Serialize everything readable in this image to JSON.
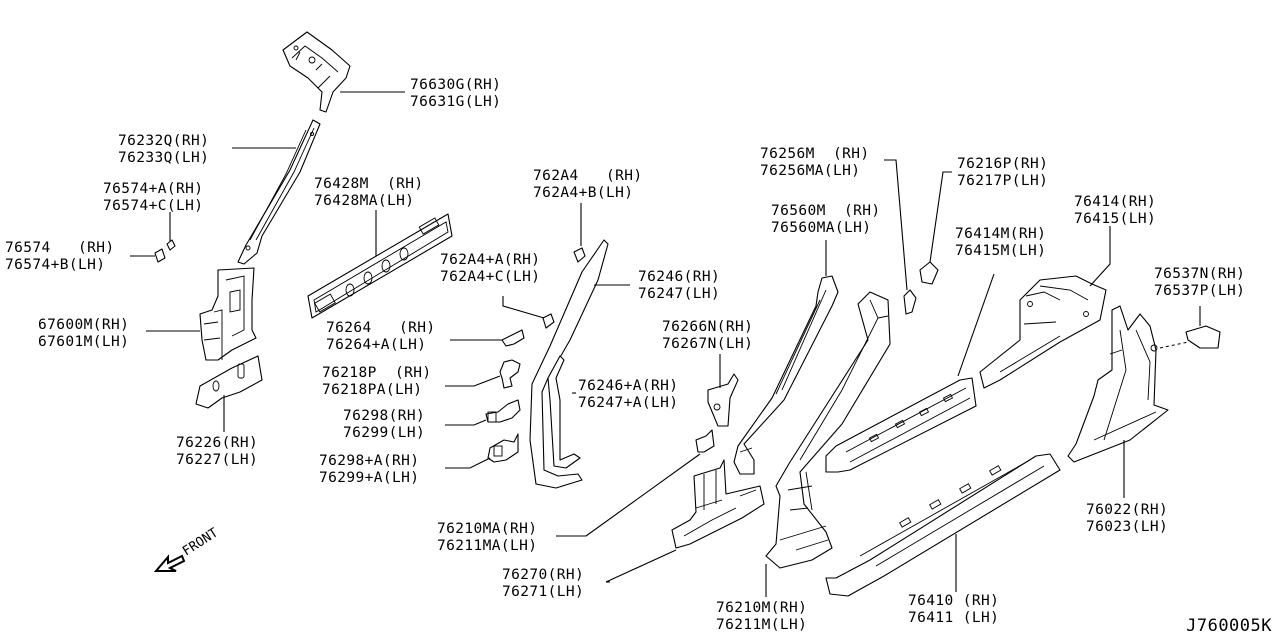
{
  "diagram": {
    "title": "Body side panel parts diagram",
    "reference_code": "J760005K",
    "front_indicator": "FRONT",
    "callouts": [
      {
        "id": "c01",
        "rh": "76630G(RH)",
        "lh": "76631G(LH)"
      },
      {
        "id": "c02",
        "rh": "76232Q(RH)",
        "lh": "76233Q(LH)"
      },
      {
        "id": "c03",
        "rh": "76574+A(RH)",
        "lh": "76574+C(LH)"
      },
      {
        "id": "c04",
        "rh": "76574   (RH)",
        "lh": "76574+B(LH)"
      },
      {
        "id": "c05",
        "rh": "67600M(RH)",
        "lh": "67601M(LH)"
      },
      {
        "id": "c06",
        "rh": "76226(RH)",
        "lh": "76227(LH)"
      },
      {
        "id": "c07",
        "rh": "76428M  (RH)",
        "lh": "76428MA(LH)"
      },
      {
        "id": "c08",
        "rh": "762A4   (RH)",
        "lh": "762A4+B(LH)"
      },
      {
        "id": "c09",
        "rh": "762A4+A(RH)",
        "lh": "762A4+C(LH)"
      },
      {
        "id": "c10",
        "rh": "76246(RH)",
        "lh": "76247(LH)"
      },
      {
        "id": "c11",
        "rh": "76264   (RH)",
        "lh": "76264+A(LH)"
      },
      {
        "id": "c12",
        "rh": "76218P  (RH)",
        "lh": "76218PA(LH)"
      },
      {
        "id": "c13",
        "rh": "76298(RH)",
        "lh": "76299(LH)"
      },
      {
        "id": "c14",
        "rh": "76298+A(RH)",
        "lh": "76299+A(LH)"
      },
      {
        "id": "c15",
        "rh": "76246+A(RH)",
        "lh": "76247+A(LH)"
      },
      {
        "id": "c16",
        "rh": "76266N(RH)",
        "lh": "76267N(LH)"
      },
      {
        "id": "c17",
        "rh": "76256M  (RH)",
        "lh": "76256MA(LH)"
      },
      {
        "id": "c18",
        "rh": "76560M  (RH)",
        "lh": "76560MA(LH)"
      },
      {
        "id": "c19",
        "rh": "76216P(RH)",
        "lh": "76217P(LH)"
      },
      {
        "id": "c20",
        "rh": "76414M(RH)",
        "lh": "76415M(LH)"
      },
      {
        "id": "c21",
        "rh": "76414(RH)",
        "lh": "76415(LH)"
      },
      {
        "id": "c22",
        "rh": "76537N(RH)",
        "lh": "76537P(LH)"
      },
      {
        "id": "c23",
        "rh": "76022(RH)",
        "lh": "76023(LH)"
      },
      {
        "id": "c24",
        "rh": "76210MA(RH)",
        "lh": "76211MA(LH)"
      },
      {
        "id": "c25",
        "rh": "76270(RH)",
        "lh": "76271(LH)"
      },
      {
        "id": "c26",
        "rh": "76210M(RH)",
        "lh": "76211M(LH)"
      },
      {
        "id": "c27",
        "rh": "76410 (RH)",
        "lh": "76411 (LH)"
      }
    ]
  }
}
